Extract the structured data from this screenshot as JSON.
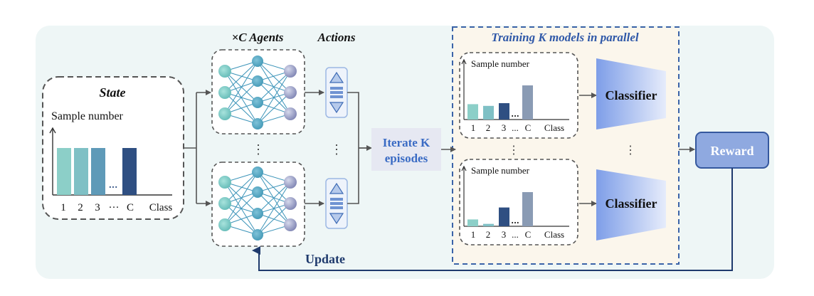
{
  "state": {
    "title": "State",
    "axis_label": "Sample number",
    "x_labels": [
      "1",
      "2",
      "3",
      "···",
      "C",
      "Class"
    ],
    "bars": [
      1,
      1,
      1,
      1
    ],
    "ellipsis": "..."
  },
  "agents": {
    "title": "×C Agents",
    "vertical_ellipsis": "⋮"
  },
  "actions": {
    "title": "Actions",
    "vertical_ellipsis": "⋮"
  },
  "iterate": {
    "line1": "Iterate K",
    "line2": "episodes"
  },
  "training": {
    "title": "Training K models in parallel",
    "panel_axis_label": "Sample number",
    "panel_x_labels": [
      "1",
      "2",
      "3",
      "...",
      "C",
      "Class"
    ],
    "panel_top_bars": [
      0.45,
      0.4,
      0.48,
      1.0
    ],
    "panel_bottom_bars": [
      0.2,
      0.07,
      0.55,
      1.0
    ],
    "ellipsis": "...",
    "classifier_label": "Classifier",
    "vertical_ellipsis": "⋮"
  },
  "reward": {
    "label": "Reward"
  },
  "update": {
    "label": "Update"
  },
  "colors": {
    "teal": "#8ccfc8",
    "teal2": "#7fc0c5",
    "blue_mid": "#5f9ab8",
    "navy": "#2f4f82",
    "gray_blue": "#8a9bb4",
    "frame_dash": "#3b63a8",
    "reward_fill": "#8fa9e0",
    "reward_stroke": "#35589e",
    "update_text": "#1f3a6d",
    "arrow_dark": "#1f3a6d"
  }
}
